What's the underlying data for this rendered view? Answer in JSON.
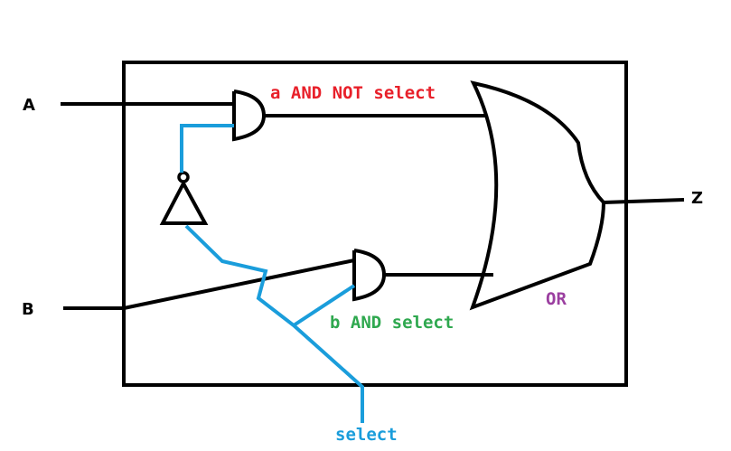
{
  "colors": {
    "wire": "#000000",
    "select_wire": "#1a9ddb",
    "label_and_not": "#e8202a",
    "label_and": "#2fa84f",
    "label_or": "#9b3fa0",
    "label_select": "#1a9ddb",
    "background": "#ffffff"
  },
  "inputs": {
    "a": "A",
    "b": "B",
    "select": "select"
  },
  "output": {
    "z": "Z"
  },
  "gates": {
    "and_top_label": "a AND NOT select",
    "and_bottom_label": "b AND select",
    "or_label": "OR"
  }
}
